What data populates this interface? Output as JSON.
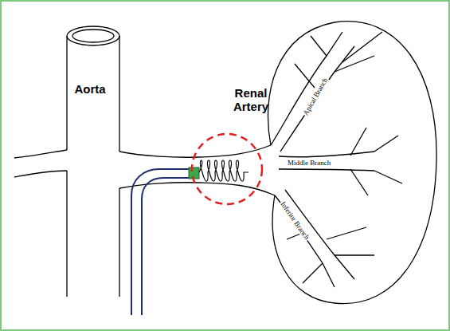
{
  "diagram": {
    "labels": [
      "Aorta",
      "Renal Artery",
      "Apical Branch",
      "Middle Branch",
      "Inferior Branch"
    ]
  }
}
